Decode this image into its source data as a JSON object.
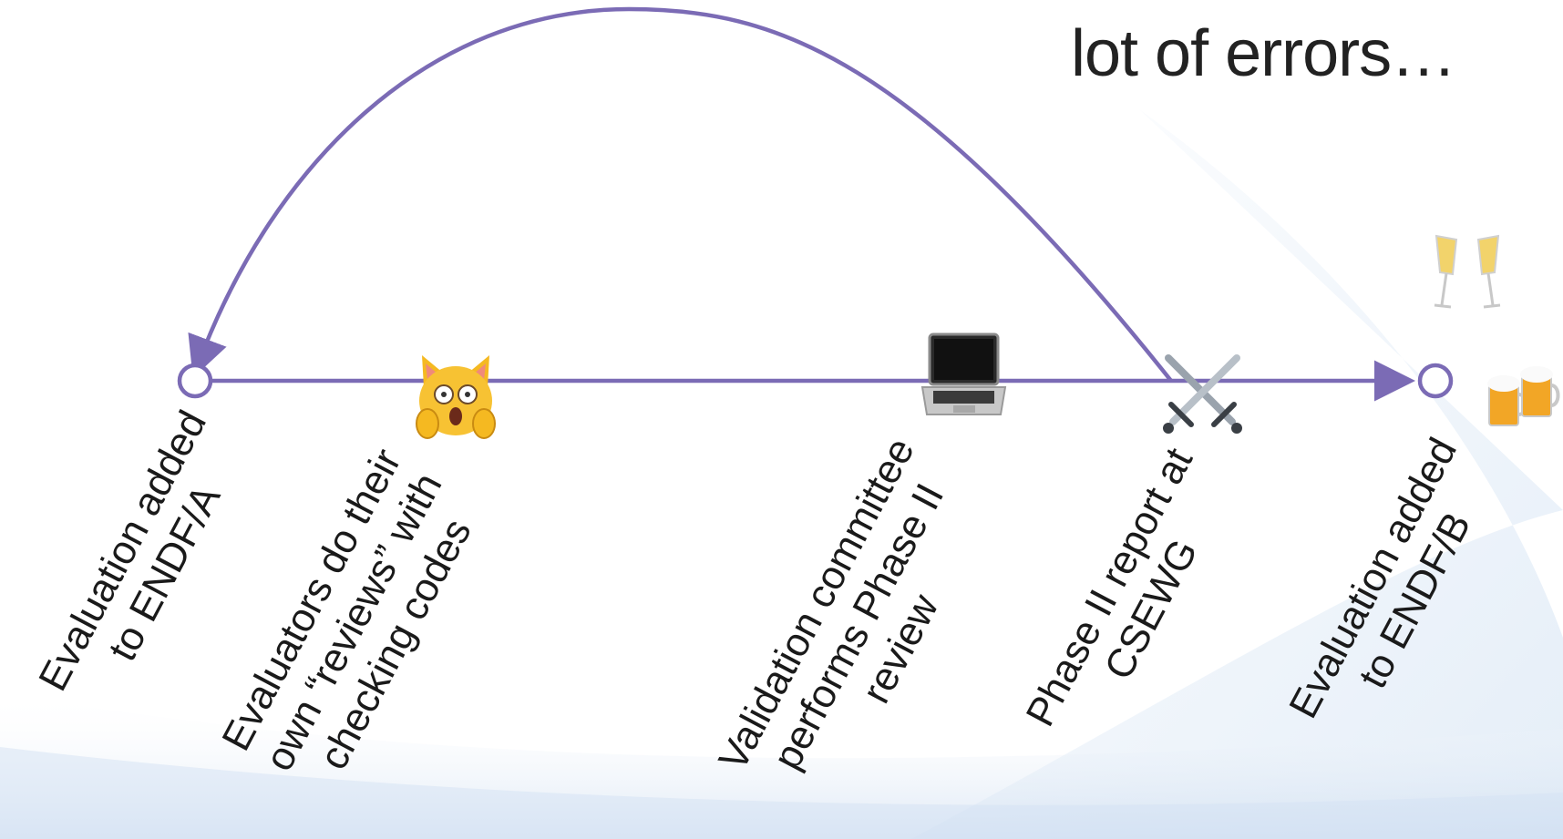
{
  "headline": "lot of errors…",
  "accent_color": "#7b6bb5",
  "timeline": {
    "steps": [
      {
        "id": "endf-a",
        "lines": [
          "Evaluation added",
          "to ENDF/A"
        ],
        "icon": null
      },
      {
        "id": "evaluator-review",
        "lines": [
          "Evaluators do their",
          "own “reviews” with",
          "checking codes"
        ],
        "icon": "screaming-cat-icon"
      },
      {
        "id": "phase-ii-review",
        "lines": [
          "Validation committee",
          "performs Phase II",
          "review"
        ],
        "icon": "laptop-icon"
      },
      {
        "id": "csewg-report",
        "lines": [
          "Phase II report at",
          "CSEWG"
        ],
        "icon": "crossed-swords-icon"
      },
      {
        "id": "endf-b",
        "lines": [
          "Evaluation added",
          "to ENDF/B"
        ],
        "icon": "celebration-icons"
      }
    ]
  }
}
